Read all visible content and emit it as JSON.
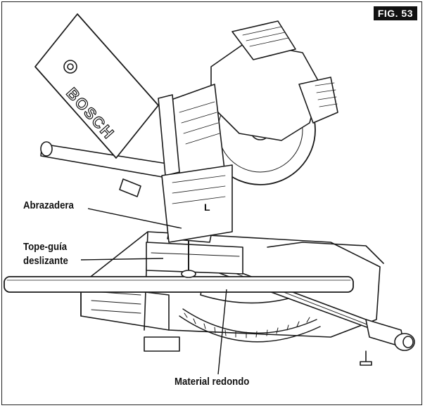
{
  "figure": {
    "label": "FIG. 53"
  },
  "callouts": {
    "clamp": "Abrazadera",
    "fence_line1": "Tope-guía",
    "fence_line2": "deslizante",
    "material": "Material redondo"
  },
  "brand": {
    "logo_text": "BOSCH"
  }
}
